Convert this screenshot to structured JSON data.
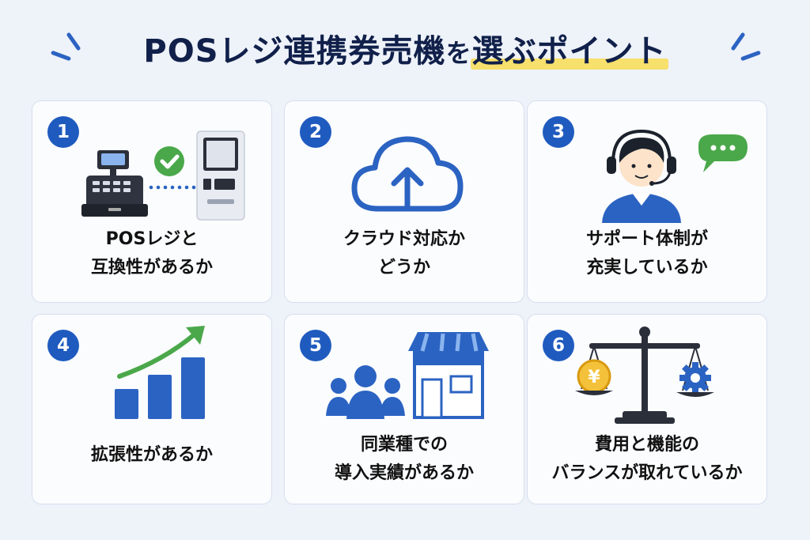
{
  "title": {
    "part1": "POSレジ連携券売機",
    "particle": "を",
    "highlight": "選ぶポイント"
  },
  "colors": {
    "accent": "#1f5bbf",
    "highlight": "#f7e06b",
    "green": "#4aa84a",
    "background": "#eef2f9"
  },
  "cards": [
    {
      "number": "1",
      "line1": "POSレジと",
      "line2": "互換性があるか",
      "icon": "pos-register-ticket-machine-icon"
    },
    {
      "number": "2",
      "line1": "クラウド対応か",
      "line2": "どうか",
      "icon": "cloud-upload-icon"
    },
    {
      "number": "3",
      "line1": "サポート体制が",
      "line2": "充実しているか",
      "icon": "support-operator-icon"
    },
    {
      "number": "4",
      "line1": "拡張性があるか",
      "line2": "",
      "icon": "growth-chart-icon"
    },
    {
      "number": "5",
      "line1": "同業種での",
      "line2": "導入実績があるか",
      "icon": "store-customers-icon"
    },
    {
      "number": "6",
      "line1": "費用と機能の",
      "line2": "バランスが取れているか",
      "icon": "balance-scale-icon"
    }
  ],
  "icon_texts": {
    "yen": "¥"
  }
}
